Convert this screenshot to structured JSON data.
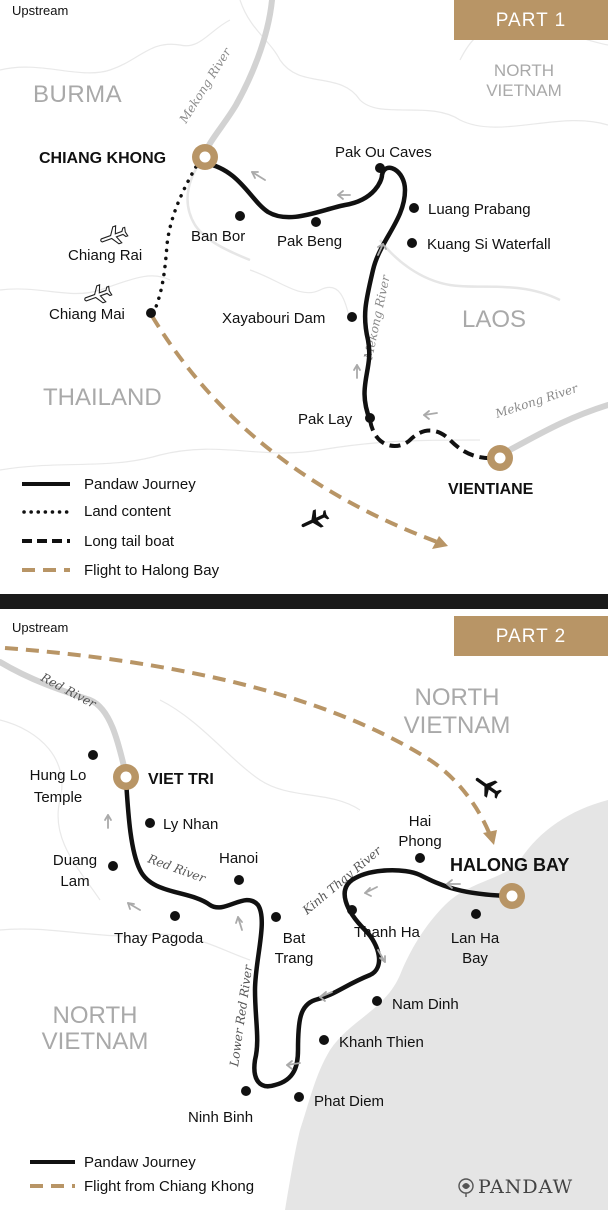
{
  "map_section_1": {
    "upstream_label": "Upstream",
    "part_label": "PART 1",
    "countries": {
      "burma": "BURMA",
      "north_vietnam_1": "NORTH",
      "north_vietnam_2": "VIETNAM",
      "laos": "LAOS",
      "thailand": "THAILAND"
    },
    "river_labels": {
      "top": "Mekong River",
      "middle": "Mekong River",
      "right": "Mekong River"
    },
    "hubs": {
      "chiang_khong": "CHIANG KHONG",
      "vientiane": "VIENTIANE"
    },
    "places": {
      "pak_ou_caves": "Pak Ou Caves",
      "luang_prabang": "Luang Prabang",
      "kuang_si": "Kuang Si Waterfall",
      "ban_bor": "Ban Bor",
      "pak_beng": "Pak Beng",
      "chiang_rai": "Chiang Rai",
      "chiang_mai": "Chiang Mai",
      "xayabouri": "Xayabouri Dam",
      "pak_lay": "Pak Lay"
    },
    "legend": {
      "journey": "Pandaw Journey",
      "land": "Land content",
      "longtail": "Long tail boat",
      "flight": "Flight to Halong Bay"
    }
  },
  "map_section_2": {
    "upstream_label": "Upstream",
    "part_label": "PART 2",
    "countries": {
      "north_vietnam_top_1": "NORTH",
      "north_vietnam_top_2": "VIETNAM",
      "north_vietnam_bottom_1": "NORTH",
      "north_vietnam_bottom_2": "VIETNAM"
    },
    "river_labels": {
      "red_top": "Red River",
      "red_mid": "Red River",
      "kinh_thay": "Kinh Thay River",
      "lower_red": "Lower Red River"
    },
    "hubs": {
      "viet_tri": "VIET TRI",
      "halong_bay": "HALONG BAY"
    },
    "places": {
      "hung_lo_1": "Hung Lo",
      "hung_lo_2": "Temple",
      "ly_nhan": "Ly Nhan",
      "duang_lam_1": "Duang",
      "duang_lam_2": "Lam",
      "hanoi": "Hanoi",
      "thay_pagoda": "Thay Pagoda",
      "bat_trang_1": "Bat",
      "bat_trang_2": "Trang",
      "hai_phong_1": "Hai",
      "hai_phong_2": "Phong",
      "thanh_ha": "Thanh Ha",
      "lan_ha_1": "Lan Ha",
      "lan_ha_2": "Bay",
      "nam_dinh": "Nam Dinh",
      "khanh_thien": "Khanh Thien",
      "ninh_binh": "Ninh Binh",
      "phat_diem": "Phat Diem"
    },
    "legend": {
      "journey": "Pandaw Journey",
      "flight": "Flight from Chiang Khong"
    },
    "brand": "PANDAW"
  },
  "colors": {
    "route": "#111111",
    "gold": "#b89566",
    "river": "#d2d2d2",
    "sea": "#e5e5e5",
    "country_text": "#a9a9a9",
    "divider": "#1a1a1a",
    "arrow_gray": "#aaaaaa"
  },
  "icons": [
    "plane-icon",
    "river-arrow-icon",
    "hub-ring-icon",
    "pandaw-logo-icon"
  ]
}
